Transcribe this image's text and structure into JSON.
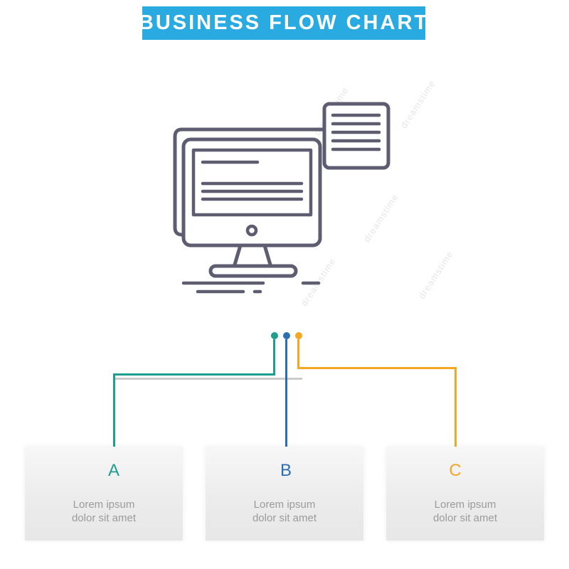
{
  "banner": {
    "title": "BUSINESS FLOW CHART",
    "bg_color": "#29ABE2",
    "text_color": "#FFFFFF"
  },
  "illustration": {
    "icon": "computer-monitor-with-document-line-icon",
    "stroke_color": "#5E5C70"
  },
  "watermark": {
    "text": "dreamstime",
    "color": "#E6E6EC"
  },
  "flowchart": {
    "connector_shadow_color": "#CBCBCB",
    "placeholder_text_color": "#9B9B9B",
    "branches": [
      {
        "label": "A",
        "color": "#1E9E8E",
        "text_line1": "Lorem ipsum",
        "text_line2": "dolor sit amet"
      },
      {
        "label": "B",
        "color": "#2C6EB4",
        "text_line1": "Lorem ipsum",
        "text_line2": "dolor sit amet"
      },
      {
        "label": "C",
        "color": "#F5A623",
        "text_line1": "Lorem ipsum",
        "text_line2": "dolor sit amet"
      }
    ]
  }
}
